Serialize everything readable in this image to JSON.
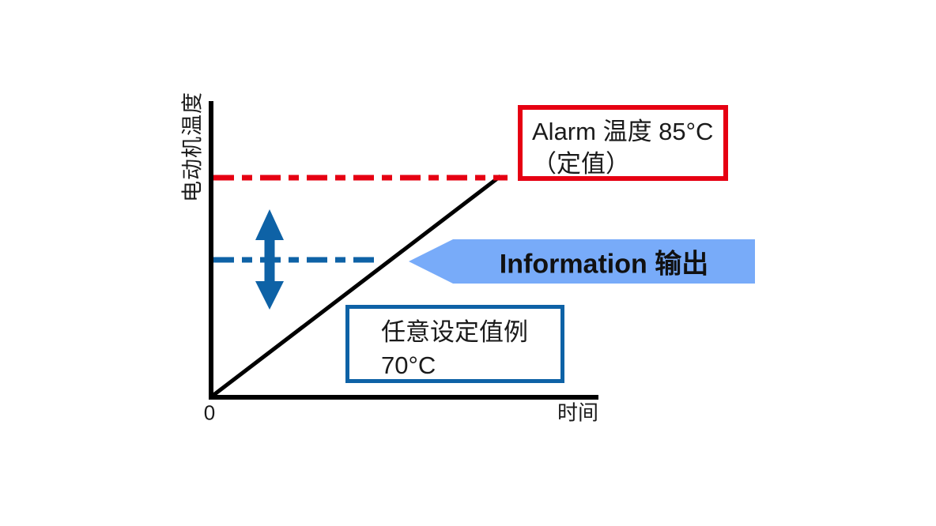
{
  "diagram": {
    "y_axis_label": "电动机温度",
    "x_axis_label": "时间",
    "origin_label": "0",
    "alarm_box": {
      "line1": "Alarm 温度 85°C",
      "line2": "（定值）",
      "value_c": 85
    },
    "setpoint_box": {
      "line1": "任意设定值例",
      "line2": "70°C",
      "value_c": 70
    },
    "info_arrow_label": "Information 输出"
  },
  "colors": {
    "alarm_red": "#E60012",
    "threshold_blue": "#0E62A6",
    "info_arrow_fill": "#78ABF9",
    "axis_black": "#000000"
  }
}
